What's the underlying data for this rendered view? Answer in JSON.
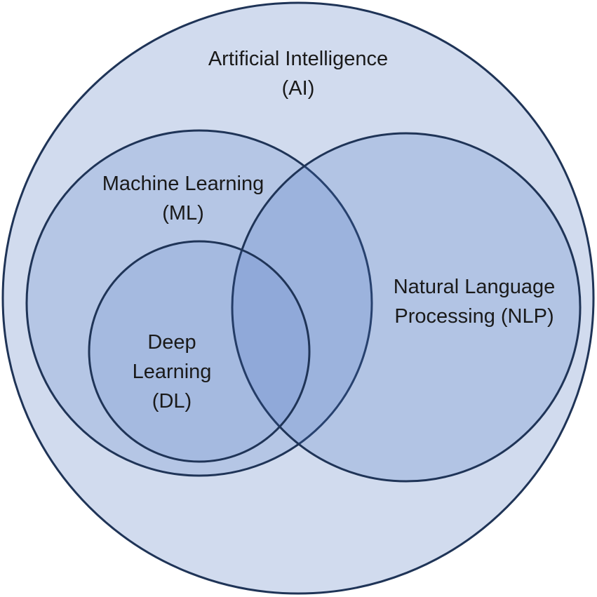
{
  "diagram": {
    "type": "venn",
    "sets": [
      {
        "id": "ai",
        "label_line1": "Artificial Intelligence",
        "label_line2": "(AI)"
      },
      {
        "id": "ml",
        "label_line1": "Machine Learning",
        "label_line2": "(ML)"
      },
      {
        "id": "dl",
        "label_line1": "Deep",
        "label_line2": "Learning",
        "label_line3": "(DL)"
      },
      {
        "id": "nlp",
        "label_line1": "Natural Language",
        "label_line2": "Processing (NLP)"
      }
    ],
    "colors": {
      "outer_fill": "#d1dbee",
      "inner_fill": "#4472c4",
      "stroke": "#1f3457"
    }
  }
}
